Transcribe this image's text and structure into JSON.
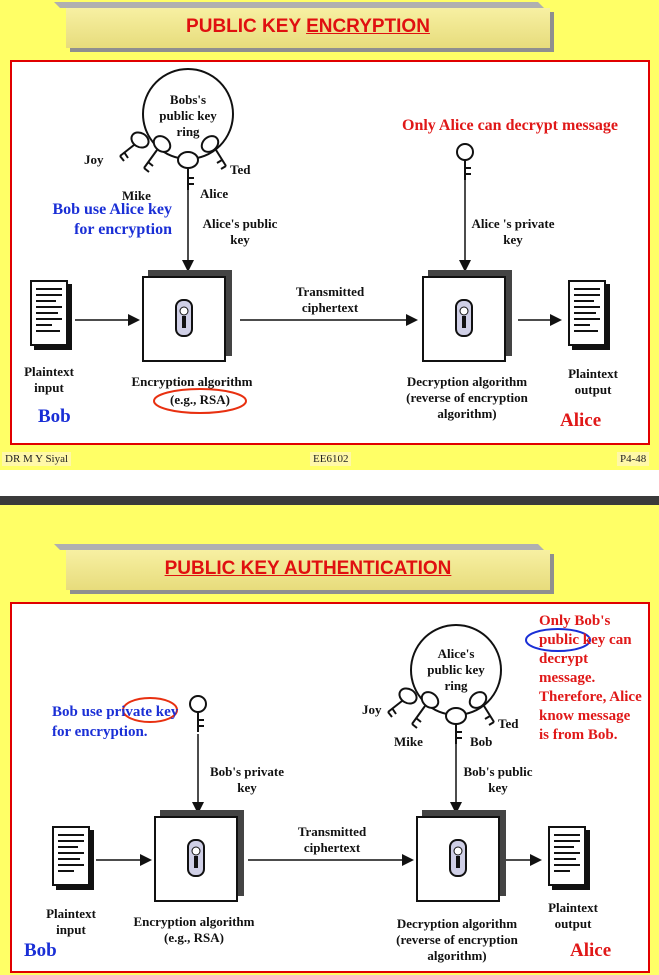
{
  "slide1": {
    "title_prefix": "PUBLIC KEY ",
    "title_underlined": "ENCRYPTION",
    "ring_label": "Bobs's public key ring",
    "ring_names": [
      "Joy",
      "Mike",
      "Alice",
      "Ted"
    ],
    "left_note": "Bob use Alice key for encryption",
    "right_note": "Only Alice can decrypt message",
    "key_label_left": "Alice's public key",
    "key_label_right": "Alice 's private key",
    "transmit": "Transmitted ciphertext",
    "plaintext_in": "Plaintext input",
    "plaintext_out": "Plaintext output",
    "enc_algo": "Encryption algorithm",
    "enc_algo_eg": "(e.g., RSA)",
    "dec_algo": "Decryption algorithm (reverse of encryption algorithm)",
    "sender": "Bob",
    "receiver": "Alice"
  },
  "footer": {
    "author": "DR M Y Siyal",
    "course": "EE6102",
    "page": "P4-48"
  },
  "slide2": {
    "title": "PUBLIC KEY AUTHENTICATION",
    "ring_label": "Alice's public key ring",
    "ring_names": [
      "Joy",
      "Mike",
      "Bob",
      "Ted"
    ],
    "left_note_a": "Bob use ",
    "left_note_circled": "private",
    "left_note_b": "key for encryption.",
    "right_note_a": "Only Bob's ",
    "right_note_circled": "public",
    "right_note_b": " key can decrypt message. Therefore, Alice know message is from Bob.",
    "key_label_left": "Bob's private key",
    "key_label_right": "Bob's public key",
    "transmit": "Transmitted ciphertext",
    "plaintext_in": "Plaintext input",
    "plaintext_out": "Plaintext output",
    "enc_algo": "Encryption algorithm (e.g., RSA)",
    "dec_algo": "Decryption algorithm (reverse of encryption algorithm)",
    "sender": "Bob",
    "receiver": "Alice"
  }
}
